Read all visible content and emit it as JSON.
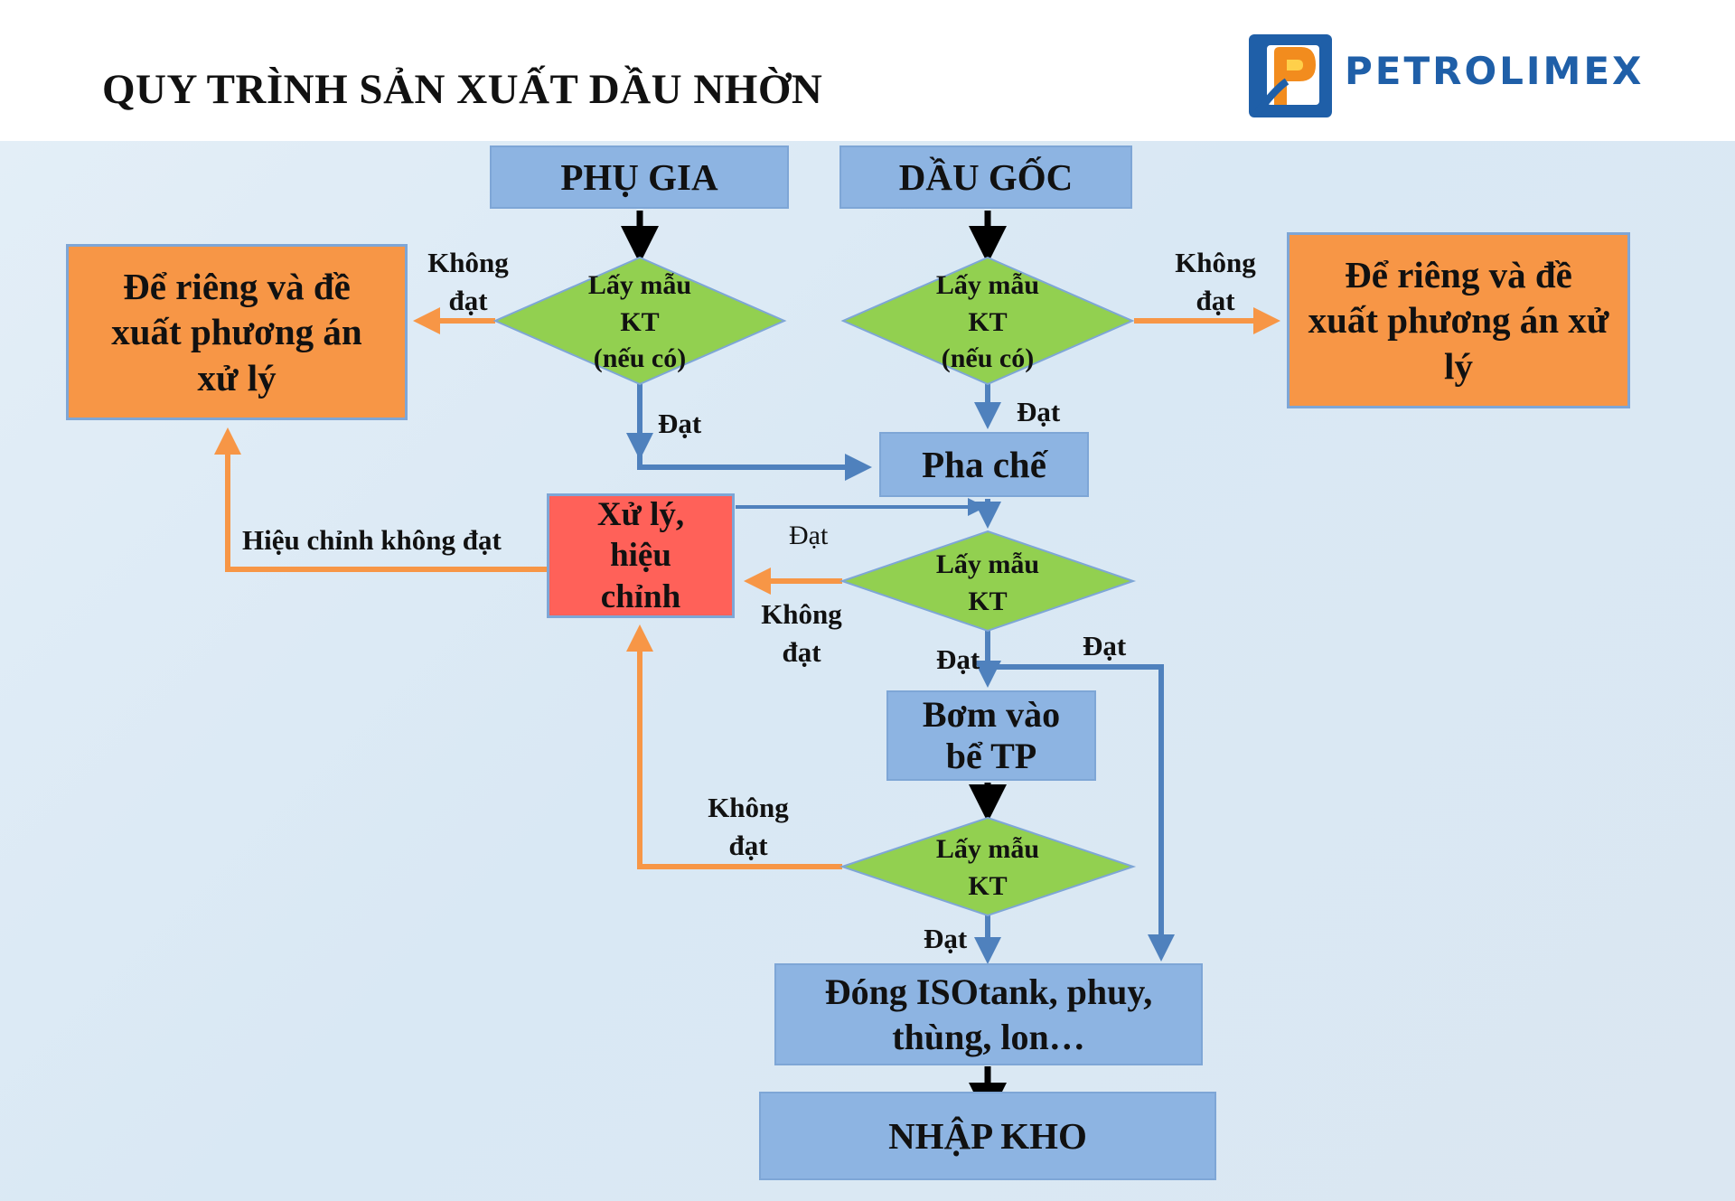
{
  "header": {
    "title": "QUY TRÌNH SẢN XUẤT DẦU NHỜN",
    "logo_text": "PETROLIMEX"
  },
  "nodes": {
    "phu_gia": "PHỤ GIA",
    "dau_goc": "DẦU GỐC",
    "reject_left": "Để riêng và đề xuất phương án xử lý",
    "reject_right": "Để riêng và đề xuất phương án xử lý",
    "sample_left": [
      "Lấy mẫu",
      "KT",
      "(nếu có)"
    ],
    "sample_right": [
      "Lấy mẫu",
      "KT",
      "(nếu có)"
    ],
    "pha_che": "Pha chế",
    "xu_ly": [
      "Xử lý,",
      "hiệu",
      "chỉnh"
    ],
    "sample_mid": [
      "Lấy mẫu",
      "KT"
    ],
    "bom_vao": [
      "Bơm vào",
      "bể TP"
    ],
    "sample_low": [
      "Lấy mẫu",
      "KT"
    ],
    "dong_iso": [
      "Đóng ISOtank, phuy,",
      "thùng, lon…"
    ],
    "nhap_kho": "NHẬP KHO"
  },
  "labels": {
    "khong_dat_left": [
      "Không",
      "đạt"
    ],
    "khong_dat_right": [
      "Không",
      "đạt"
    ],
    "dat_left": "Đạt",
    "dat_right": "Đạt",
    "hieu_chinh": "Hiệu chỉnh không đạt",
    "dat_mid_thin": "Đạt",
    "khong_dat_mid": [
      "Không",
      "đạt"
    ],
    "dat_mid_down": "Đạt",
    "dat_bypass": "Đạt",
    "khong_dat_low": [
      "Không",
      "đạt"
    ],
    "dat_low": "Đạt"
  },
  "colors": {
    "blue_box": "#8db4e2",
    "orange_box": "#f79646",
    "red_box": "#ff6159",
    "diamond": "#92d050",
    "blue_arrow": "#4f81bd",
    "orange_arrow": "#f79646",
    "brand": "#1f5fa8"
  }
}
